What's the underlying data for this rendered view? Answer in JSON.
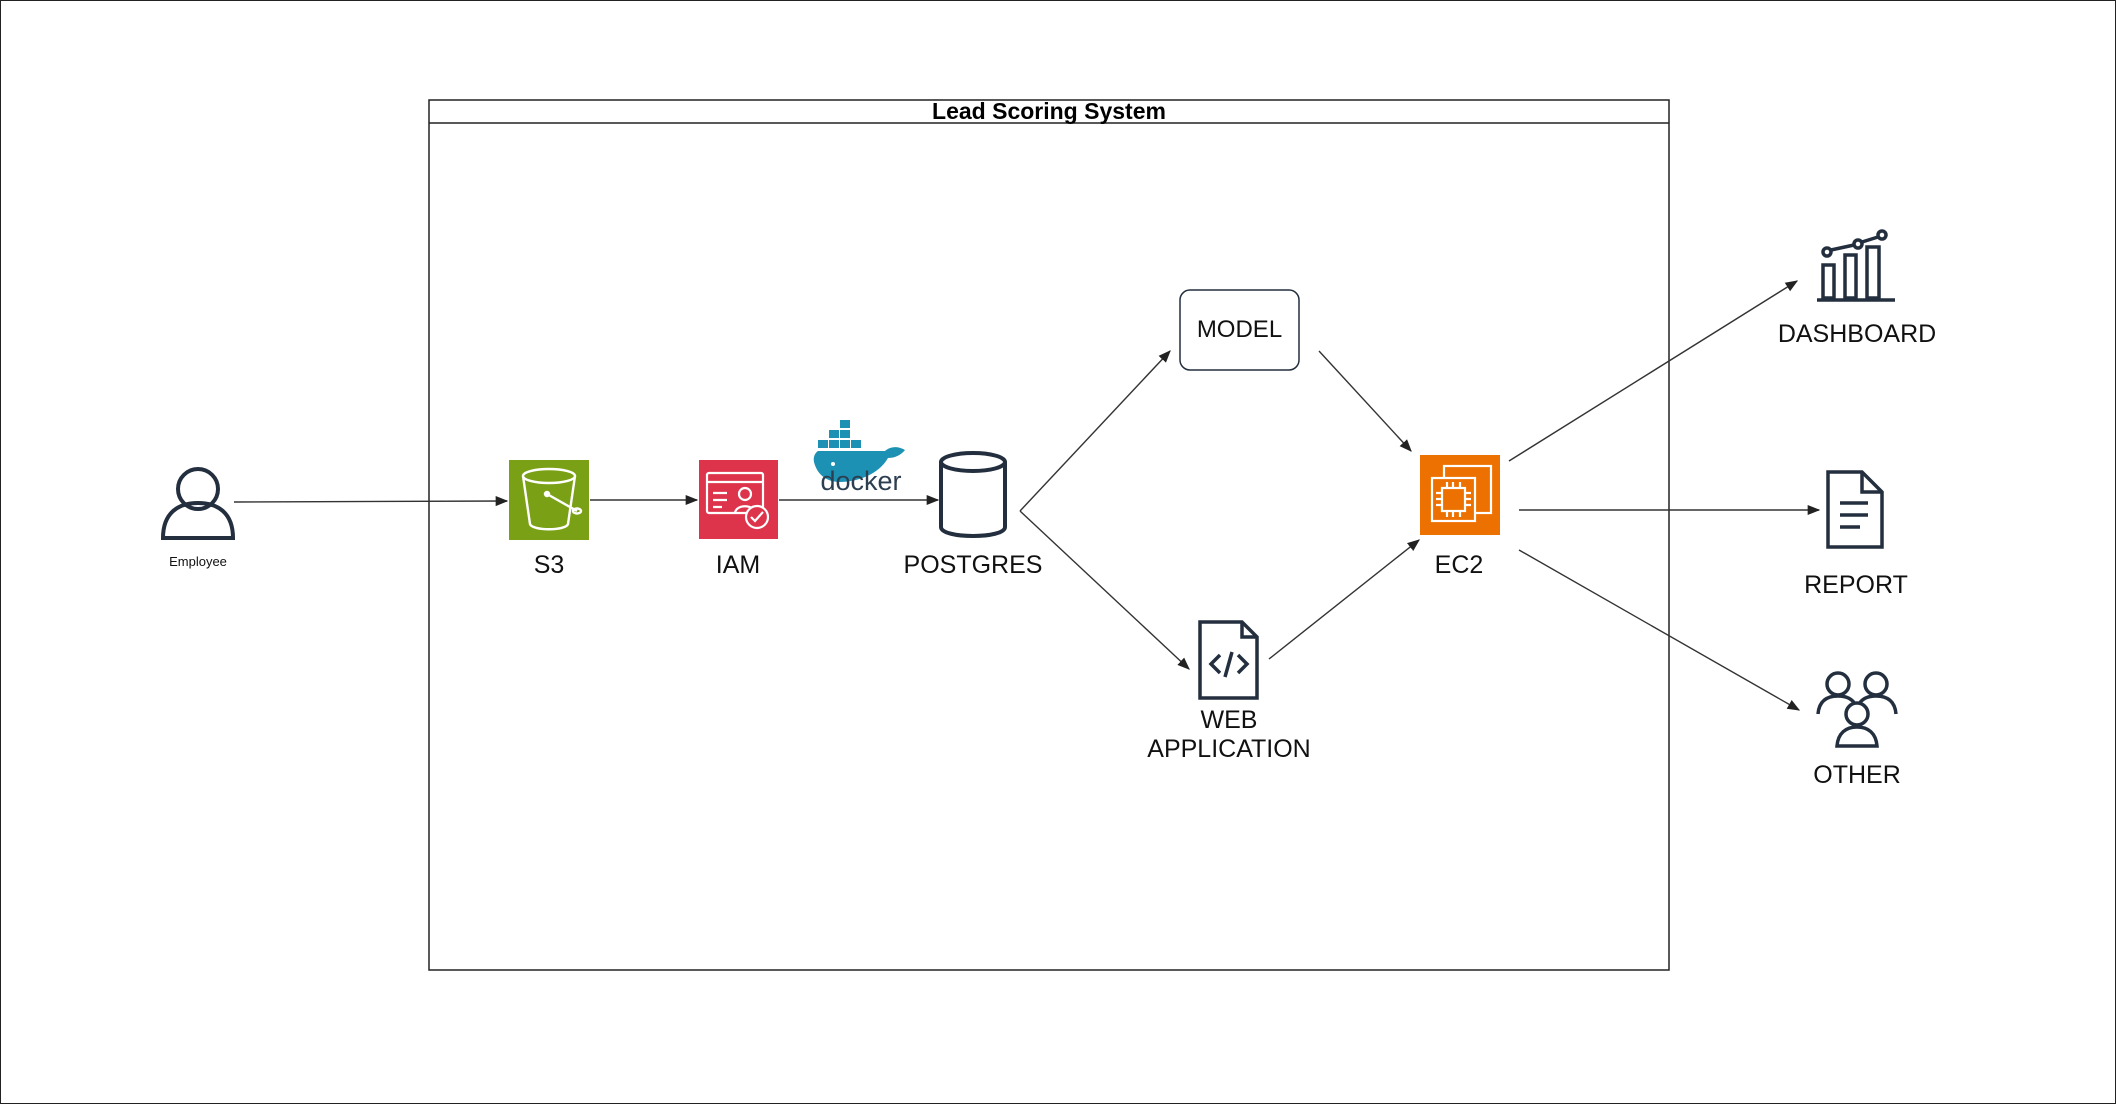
{
  "title": "Lead Scoring System",
  "nodes": {
    "employee": {
      "label": "Employee",
      "icon": "user-icon"
    },
    "s3": {
      "label": "S3",
      "icon": "s3-bucket-icon",
      "color": "#7AA116"
    },
    "iam": {
      "label": "IAM",
      "icon": "iam-icon",
      "color": "#DD344C"
    },
    "docker": {
      "label": "docker",
      "icon": "docker-whale-icon",
      "color": "#1D91B4"
    },
    "postgres": {
      "label": "POSTGRES",
      "icon": "database-icon"
    },
    "model": {
      "label": "MODEL"
    },
    "webapp": {
      "label_line1": "WEB",
      "label_line2": "APPLICATION",
      "icon": "code-file-icon"
    },
    "ec2": {
      "label": "EC2",
      "icon": "ec2-chip-icon",
      "color": "#ED7100"
    },
    "dashboard": {
      "label": "DASHBOARD",
      "icon": "chart-icon"
    },
    "report": {
      "label": "REPORT",
      "icon": "document-icon"
    },
    "other": {
      "label": "OTHER",
      "icon": "users-group-icon"
    }
  },
  "connections": [
    {
      "from": "employee",
      "to": "s3"
    },
    {
      "from": "s3",
      "to": "iam"
    },
    {
      "from": "iam",
      "to": "postgres"
    },
    {
      "from": "postgres",
      "to": "model"
    },
    {
      "from": "postgres",
      "to": "webapp"
    },
    {
      "from": "model",
      "to": "ec2"
    },
    {
      "from": "webapp",
      "to": "ec2"
    },
    {
      "from": "ec2",
      "to": "dashboard"
    },
    {
      "from": "ec2",
      "to": "report"
    },
    {
      "from": "ec2",
      "to": "other"
    }
  ]
}
